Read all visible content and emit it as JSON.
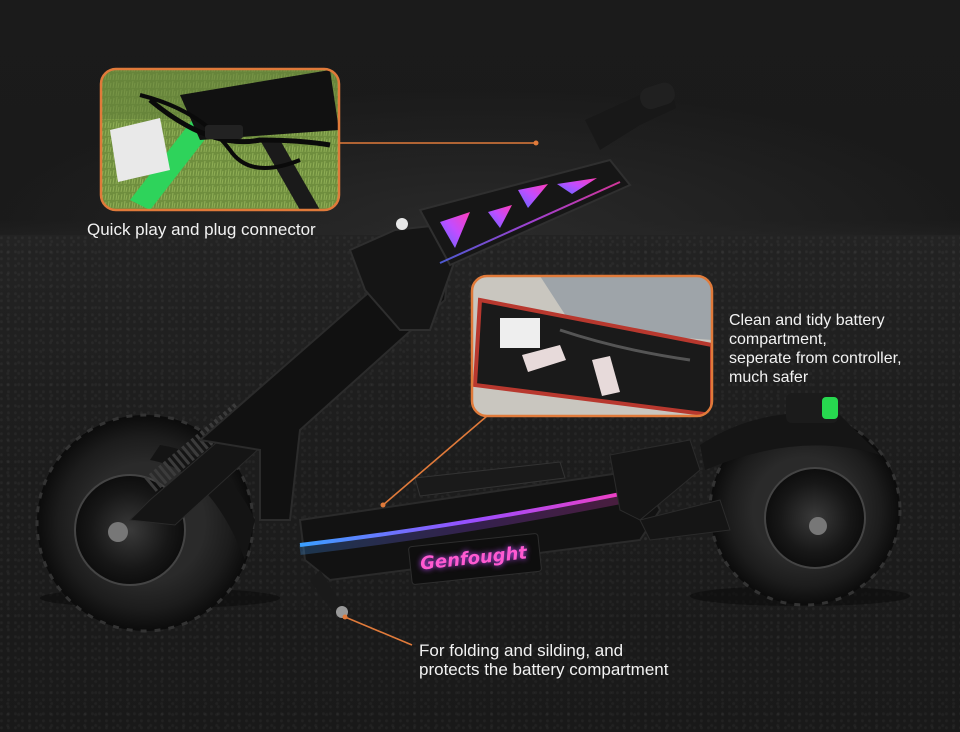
{
  "callouts": {
    "connector": {
      "text": "Quick play and plug connector"
    },
    "battery": {
      "lines": [
        "Clean and tidy battery",
        "compartment,",
        "seperate from controller,",
        "much safer"
      ]
    },
    "folding": {
      "lines": [
        "For folding and silding, and",
        "protects the battery compartment"
      ]
    }
  },
  "product": {
    "brand_logo": "Genfought"
  },
  "colors": {
    "callout_border": "#e07a3a",
    "leader_line": "#e07a3a",
    "label_text": "#f2f2f2",
    "rgb_glow": [
      "#ff3db8",
      "#9b4dff",
      "#3aa0ff"
    ],
    "tail_light": "#27d84f"
  }
}
